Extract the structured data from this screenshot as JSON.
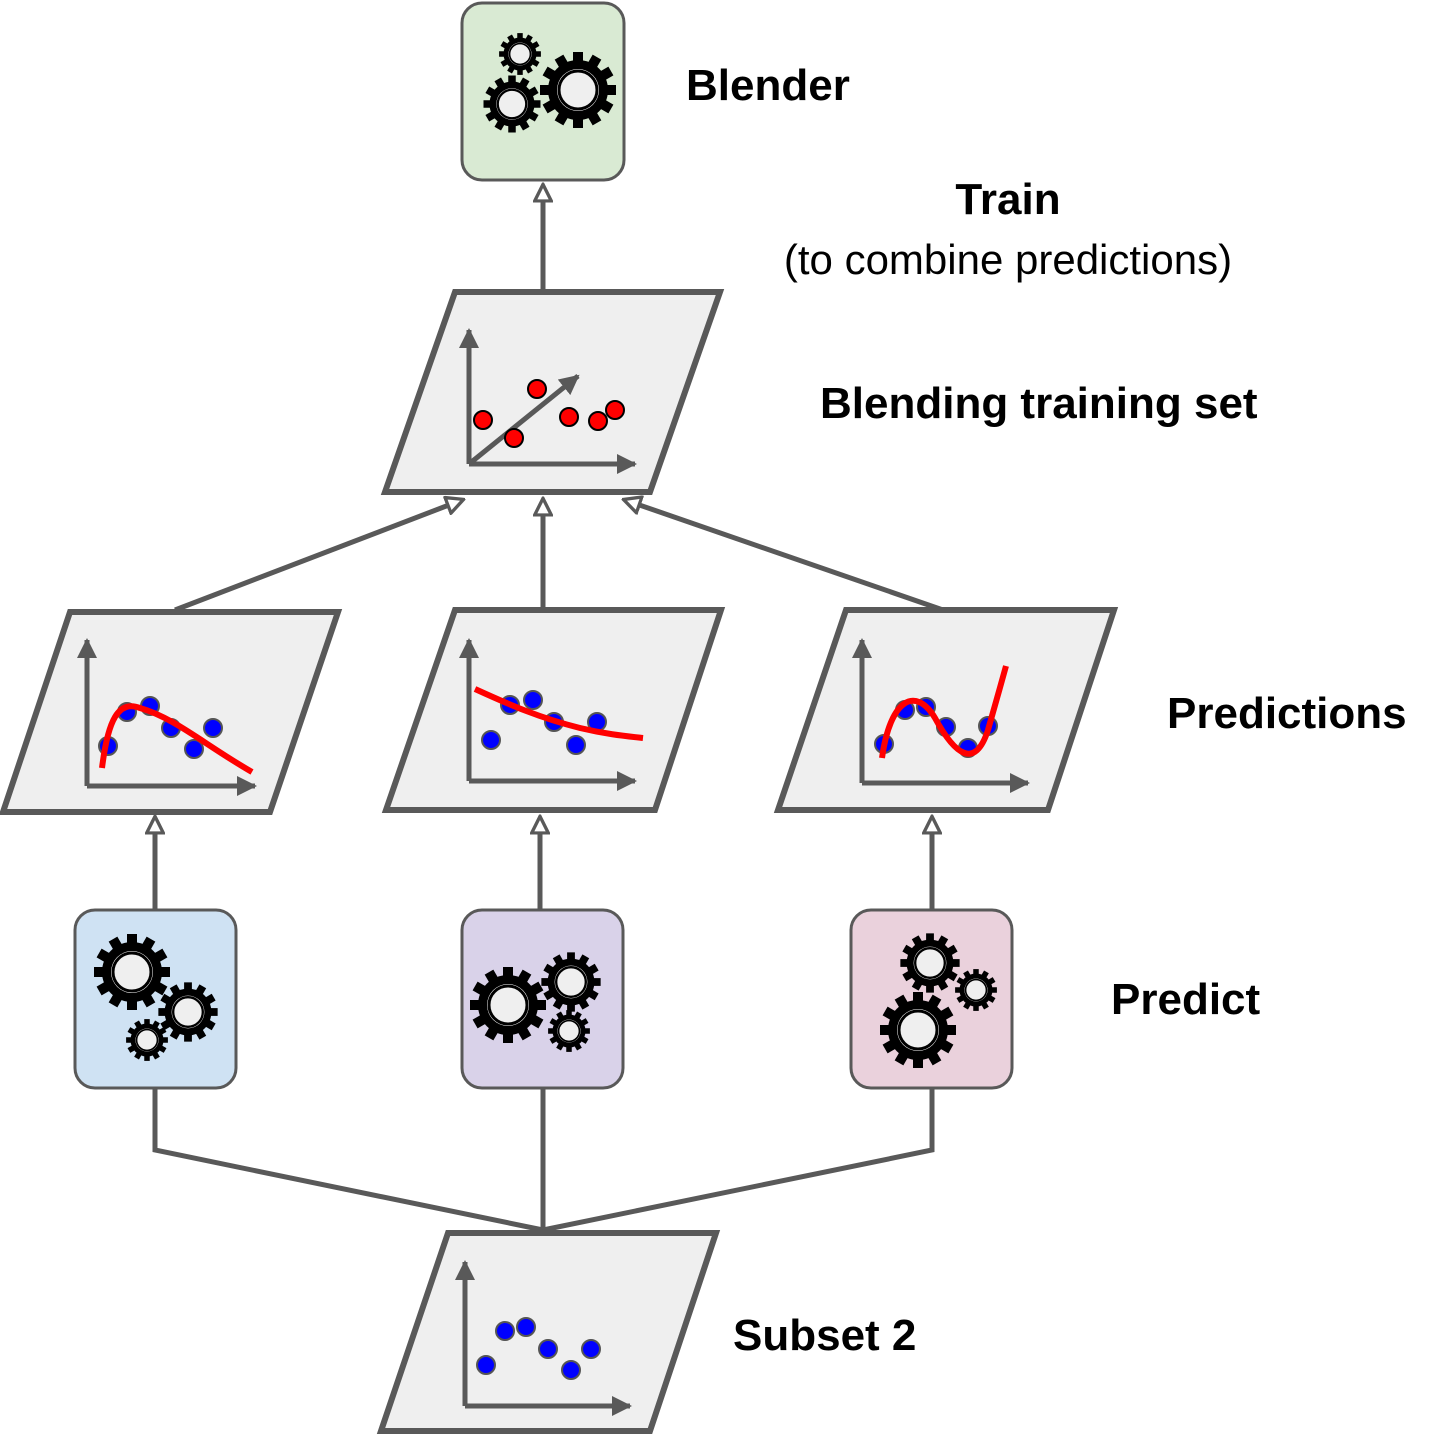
{
  "labels": {
    "blender": "Blender",
    "train_title": "Train",
    "train_subtitle": "(to combine predictions)",
    "blending_set": "Blending training set",
    "predictions": "Predictions",
    "predict": "Predict",
    "subset": "Subset 2"
  },
  "colors": {
    "blender_box": "#d9ead3",
    "predictor_1_box": "#cfe2f3",
    "predictor_2_box": "#d9d2e9",
    "predictor_3_box": "#ead1dc",
    "data_point_blue": "#0000ff",
    "data_point_red": "#ff0000",
    "prediction_curve": "#ff0000",
    "connector": "#595959",
    "dataset_fill": "#efefef"
  },
  "icons": {
    "blender": "gears-icon",
    "predictors": "gears-icon"
  }
}
